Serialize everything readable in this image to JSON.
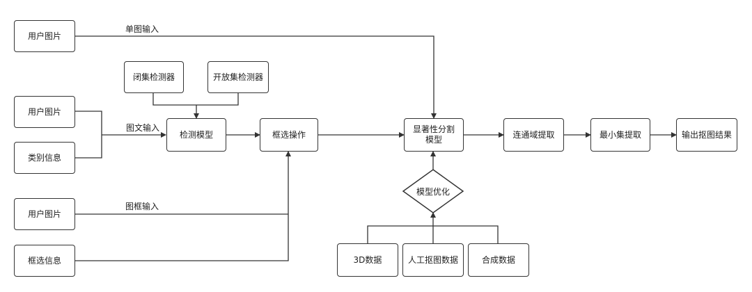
{
  "nodes": {
    "user_img_1": "用户图片",
    "user_img_2": "用户图片",
    "category_info": "类别信息",
    "user_img_3": "用户图片",
    "box_info": "框选信息",
    "closed_set_detector": "闭集检测器",
    "open_set_detector": "开放集检测器",
    "detection_model": "检测模型",
    "box_select_op": "框选操作",
    "saliency_line1": "显著性分割",
    "saliency_line2": "模型",
    "connected_extract": "连通域提取",
    "min_set_extract": "最小集提取",
    "output_result": "输出抠图结果",
    "model_optimize": "模型优化",
    "data_3d": "3D数据",
    "manual_matting_data": "人工抠图数据",
    "synthetic_data": "合成数据"
  },
  "edge_labels": {
    "single_input": "单图输入",
    "image_text_input": "图文输入",
    "image_box_input": "图框输入"
  }
}
